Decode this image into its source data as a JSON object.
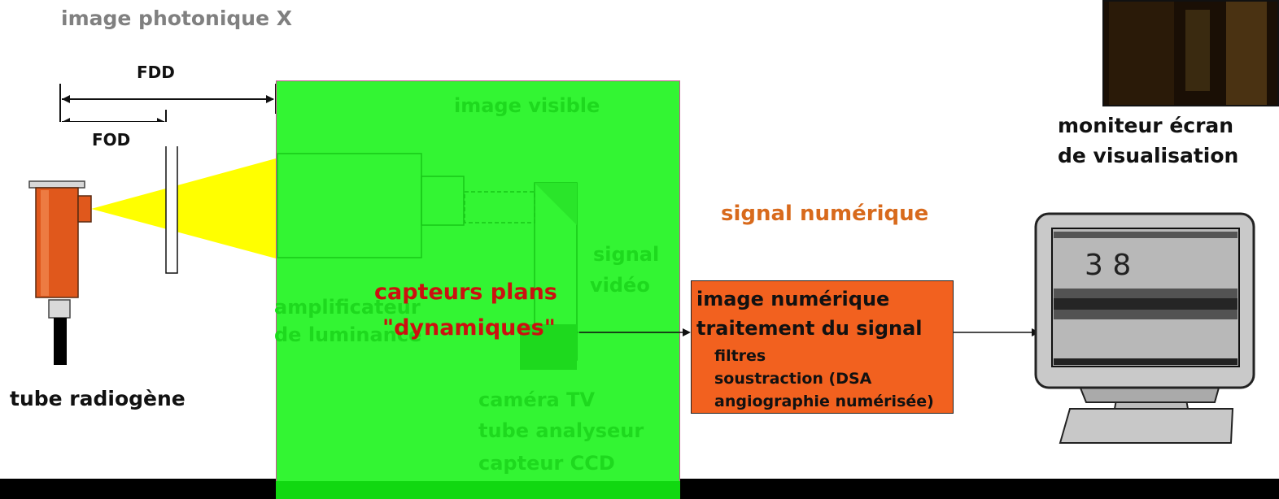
{
  "title": "image photonique X",
  "dimensions": {
    "fdd": "FDD",
    "fod": "FOD"
  },
  "tube_label": "tube radiogène",
  "detector": {
    "image_visible": "image visible",
    "signal_video": [
      "signal",
      "vidéo"
    ],
    "amplificateur": [
      "amplificateur",
      "de luminance"
    ],
    "capteurs": [
      "capteurs plans",
      "\"dynamiques\""
    ],
    "camera": [
      "caméra TV",
      "tube analyseur",
      "capteur CCD"
    ]
  },
  "signal_numerique": "signal numérique",
  "processing": {
    "heading": [
      "image numérique",
      "traitement du signal"
    ],
    "items": [
      "filtres",
      "soustraction (DSA",
      "angiographie numérisée)"
    ]
  },
  "monitor": {
    "label": "moniteur écran de visualisation",
    "screen_text": "3 8"
  },
  "colors": {
    "green_panel": "#33f533",
    "beam": "#ffff00",
    "tube_orange": "#e0581c",
    "processing_box": "#f2611f"
  }
}
